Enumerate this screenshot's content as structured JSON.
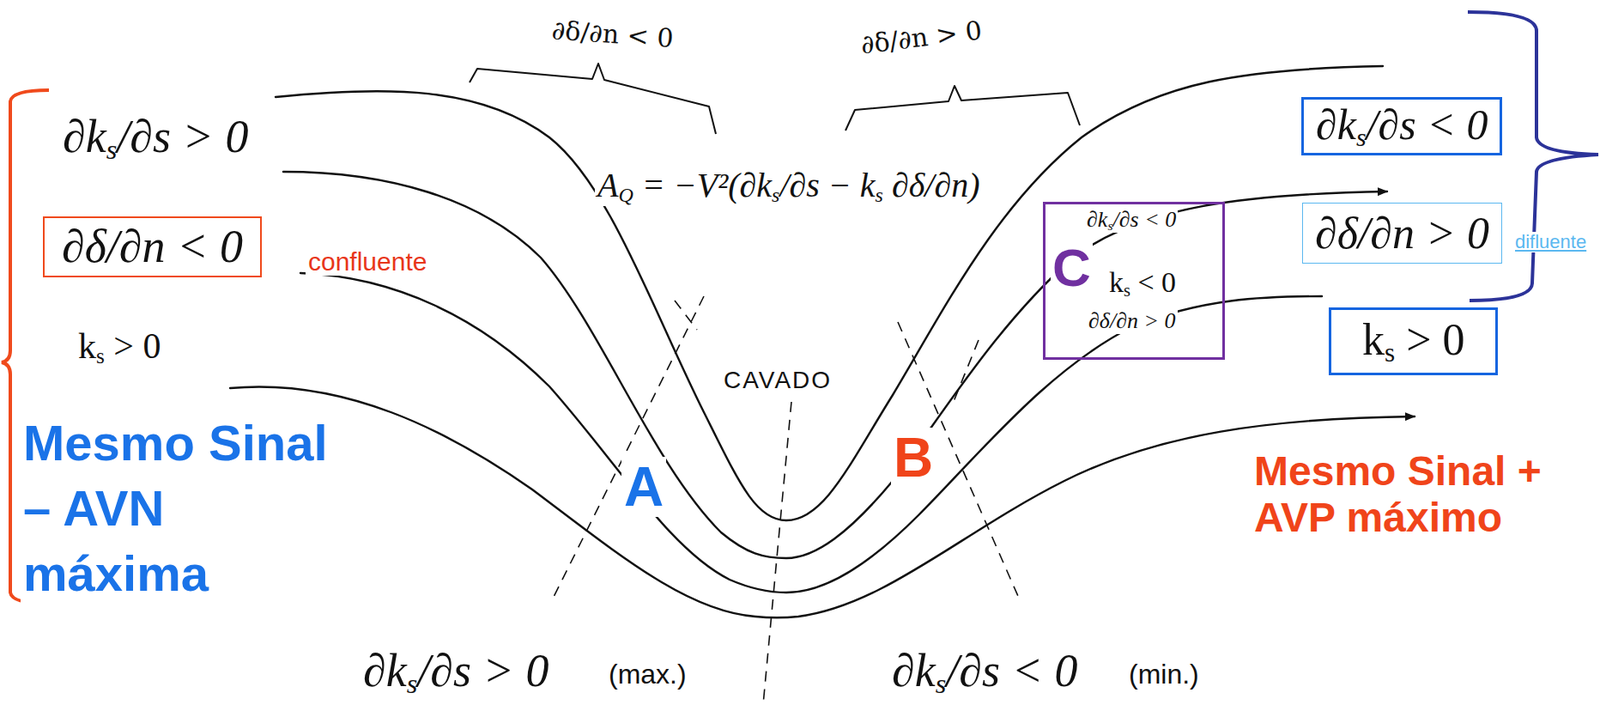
{
  "diagram": {
    "nodes": [
      {
        "text": [
          "∂δ/∂n < 0"
        ]
      },
      {
        "text": [
          "∂ks/∂s < 0",
          "C",
          "ks < 0",
          "∂δ/∂n > 0"
        ]
      },
      {
        "text": [
          "∂ks/∂s < 0"
        ]
      },
      {
        "text": [
          "∂δ/∂n > 0"
        ]
      },
      {
        "text": [
          "ks > 0"
        ]
      }
    ],
    "labels": [
      "∂δ/∂n < 0",
      "∂δ/∂n > 0",
      "AQ = −V²(∂ks/∂s − ks ∂δ/∂n)",
      "∂ks/∂s > 0",
      "confluente",
      "ks > 0",
      "Mesmo Sinal – AVN máxima",
      "CAVADO",
      "A",
      "B",
      "difluente",
      "Mesmo Sinal + AVP máximo",
      "∂ks/∂s > 0",
      "(max.)",
      "∂ks/∂s < 0",
      "(min.)"
    ]
  }
}
